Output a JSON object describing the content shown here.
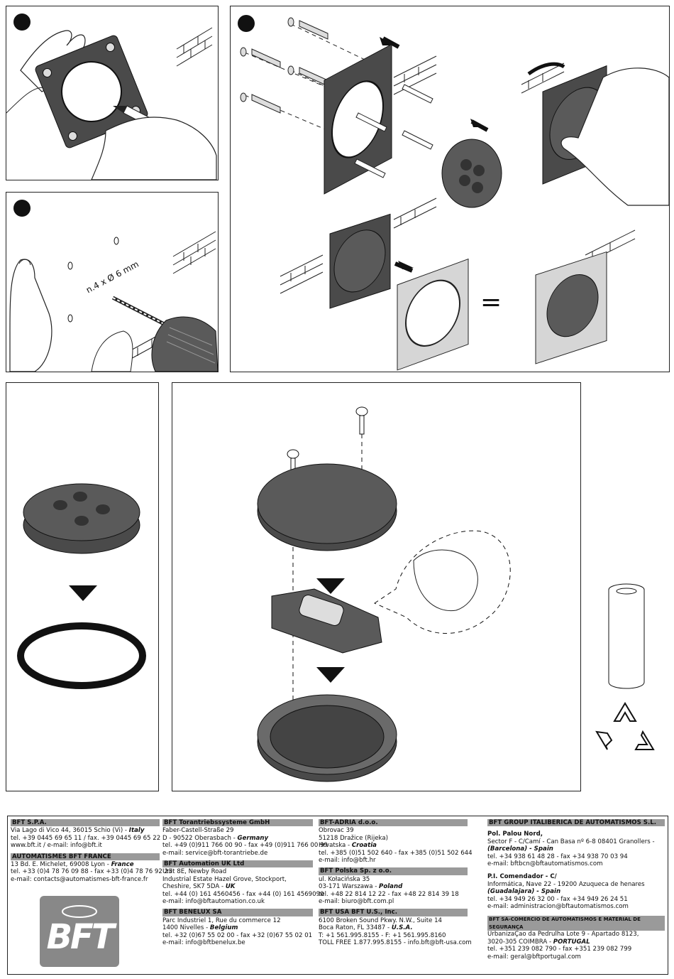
{
  "drill_label": "n.4 x Ø 6 mm",
  "equals_sign": "=",
  "footer": {
    "col1": [
      {
        "company": "BFT S.P.A.",
        "lines": [
          {
            "pre": "Via Lago di Vico 44, 36015 Schio (Vi) - ",
            "em": "Italy"
          },
          {
            "pre": "tel. +39 0445 69 65 11 / fax. +39 0445 69 65 22"
          },
          {
            "pre": "www.bft.it / e-mail: info@bft.it"
          }
        ]
      },
      {
        "company": "AUTOMATISMES BFT FRANCE",
        "lines": [
          {
            "pre": "13 Bd. E. Michelet, 69008 Lyon - ",
            "em": "France"
          },
          {
            "pre": "tel. +33 (0)4 78 76 09 88 - fax +33 (0)4 78 76 92 23"
          },
          {
            "pre": "e-mail: contacts@automatismes-bft-france.fr"
          }
        ]
      }
    ],
    "col2": [
      {
        "company": "BFT Torantriebssysteme GmbH",
        "lines": [
          {
            "pre": "Faber-Castell-Straße 29"
          },
          {
            "pre": "D - 90522 Oberasbach - ",
            "em": "Germany"
          },
          {
            "pre": "tel. +49 (0)911 766 00 90 - fax +49 (0)911 766 00 99"
          },
          {
            "pre": "e-mail: service@bft-torantriebe.de"
          }
        ]
      },
      {
        "company": "BFT Automation UK Ltd",
        "lines": [
          {
            "pre": "Unit 8E, Newby Road"
          },
          {
            "pre": "Industrial Estate Hazel Grove, Stockport,"
          },
          {
            "pre": "Cheshire, SK7 5DA - ",
            "em": "UK"
          },
          {
            "pre": "tel. +44 (0) 161 4560456 - fax +44 (0) 161 4569090"
          },
          {
            "pre": "e-mail: info@bftautomation.co.uk"
          }
        ]
      },
      {
        "company": "BFT BENELUX SA",
        "lines": [
          {
            "pre": "Parc Industriel 1, Rue du commerce 12"
          },
          {
            "pre": "1400 Nivelles - ",
            "em": "Belgium"
          },
          {
            "pre": "tel. +32 (0)67 55 02 00 - fax +32 (0)67 55 02 01"
          },
          {
            "pre": "e-mail: info@bftbenelux.be"
          }
        ]
      }
    ],
    "col3": [
      {
        "company": "BFT-ADRIA d.o.o.",
        "lines": [
          {
            "pre": "Obrovac 39"
          },
          {
            "pre": "51218 Dražice (Rijeka)"
          },
          {
            "pre": "Hrvatska - ",
            "em": "Croatia"
          },
          {
            "pre": "tel. +385 (0)51 502 640 - fax +385 (0)51 502 644"
          },
          {
            "pre": "e-mail: info@bft.hr"
          }
        ]
      },
      {
        "company": "BFT Polska Sp. z o.o.",
        "lines": [
          {
            "pre": "ul. Kołacińska 35"
          },
          {
            "pre": "03-171 Warszawa - ",
            "em": "Poland"
          },
          {
            "pre": "tel. +48 22 814 12 22 - fax +48 22 814 39 18"
          },
          {
            "pre": "e-mail: biuro@bft.com.pl"
          }
        ]
      },
      {
        "company": "BFT USA BFT U.S., Inc.",
        "lines": [
          {
            "pre": "6100 Broken Sound Pkwy. N.W., Suite 14"
          },
          {
            "pre": "Boca Raton, FL 33487 - ",
            "em": "U.S.A."
          },
          {
            "pre": "T: +1 561.995.8155 - F: +1 561.995.8160"
          },
          {
            "pre": "TOLL FREE 1.877.995.8155 - info.bft@bft-usa.com"
          }
        ]
      }
    ],
    "col4_header": "BFT GROUP ITALIBERICA DE AUTOMATISMOS S.L.",
    "col4": [
      {
        "title": "Pol. Palou Nord,",
        "lines": [
          {
            "pre": "Sector F - C/Camí - Can Basa nº 6-8  08401 Granollers -"
          },
          {
            "pre": "",
            "em": "(Barcelona) - Spain"
          },
          {
            "pre": "tel. +34 938 61 48 28 - fax +34 938 70 03 94"
          },
          {
            "pre": "e-mail: bftbcn@bftautomatismos.com"
          }
        ]
      },
      {
        "title": "P.I. Comendador - C/",
        "lines": [
          {
            "pre": "Informática, Nave 22 - 19200 Azuqueca de henares"
          },
          {
            "pre": "",
            "em": "(Guadalajara) - Spain"
          },
          {
            "pre": "tel. +34 949 26 32 00 - fax +34 949 26 24 51"
          },
          {
            "pre": "e-mail: administracion@bftautomatismos.com"
          }
        ]
      }
    ],
    "col4_sub_header": "BFT SA-COMERCIO DE AUTOMATISMOS  E MATERIAL DE SEGURANÇA",
    "col4_sub_lines": [
      {
        "pre": "UrbanizaÇao da Pedrulha Lote 9 - Apartado  8123,"
      },
      {
        "pre": "3020-305 COIMBRA - ",
        "em": "PORTUGAL"
      },
      {
        "pre": "tel. +351 239 082 790 - fax +351 239 082 799"
      },
      {
        "pre": "e-mail: geral@bftportugal.com"
      }
    ],
    "logo_text": "BFT"
  },
  "colors": {
    "border": "#222222",
    "dark_part": "#4a4a4a",
    "light_part": "#cfcfcf",
    "header_bar": "#9a9a9a"
  }
}
